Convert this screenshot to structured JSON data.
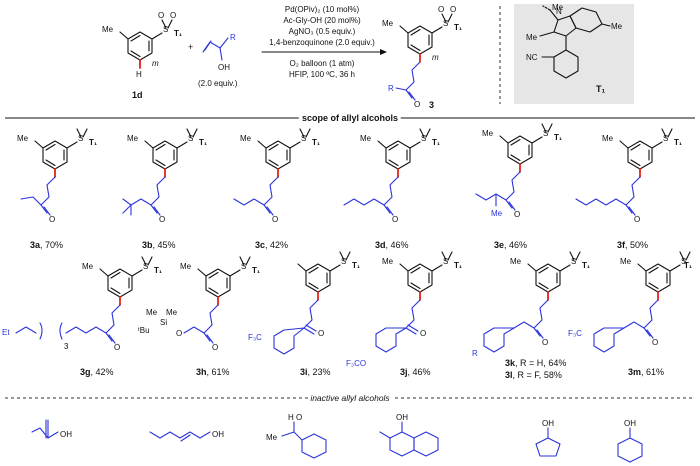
{
  "header": {
    "substrate_label": "1d",
    "allyl_equiv": "(2.0 equiv.)",
    "product_label": "3",
    "conditions_above": [
      "Pd(OPiv)₂ (10 mol%)",
      "Ac-Gly-OH (20 mol%)",
      "AgNO₃ (0.5 equiv.)",
      "1,4-benzoquinone (2.0 equiv.)"
    ],
    "conditions_below": [
      "O₂ balloon (1 atm)",
      "HFIP, 100 ºC, 36 h"
    ],
    "t1_label": "T₁",
    "meta_label": "m"
  },
  "sections": {
    "scope_title": "scope of allyl alcohols",
    "inactive_title": "inactive allyl alcohols"
  },
  "compounds": [
    {
      "id": "3a",
      "yield": "70%"
    },
    {
      "id": "3b",
      "yield": "45%"
    },
    {
      "id": "3c",
      "yield": "42%"
    },
    {
      "id": "3d",
      "yield": "46%"
    },
    {
      "id": "3e",
      "yield": "46%"
    },
    {
      "id": "3f",
      "yield": "50%"
    },
    {
      "id": "3g",
      "yield": "42%"
    },
    {
      "id": "3h",
      "yield": "61%"
    },
    {
      "id": "3i",
      "yield": "23%"
    },
    {
      "id": "3j",
      "yield": "46%"
    },
    {
      "id": "3k",
      "yield": "64%",
      "note": "R = H"
    },
    {
      "id": "3l",
      "yield": "58%",
      "note": "R = F"
    },
    {
      "id": "3m",
      "yield": "61%"
    }
  ],
  "atoms": {
    "me": "Me",
    "s": "S",
    "o": "O",
    "t1": "T₁",
    "h": "H",
    "oh": "OH",
    "r": "R",
    "n": "N",
    "nc": "NC",
    "et": "Et",
    "f3c": "F₃C",
    "f3co": "F₃CO",
    "tbu": "ᵗBu",
    "si": "Si",
    "three": "3"
  }
}
